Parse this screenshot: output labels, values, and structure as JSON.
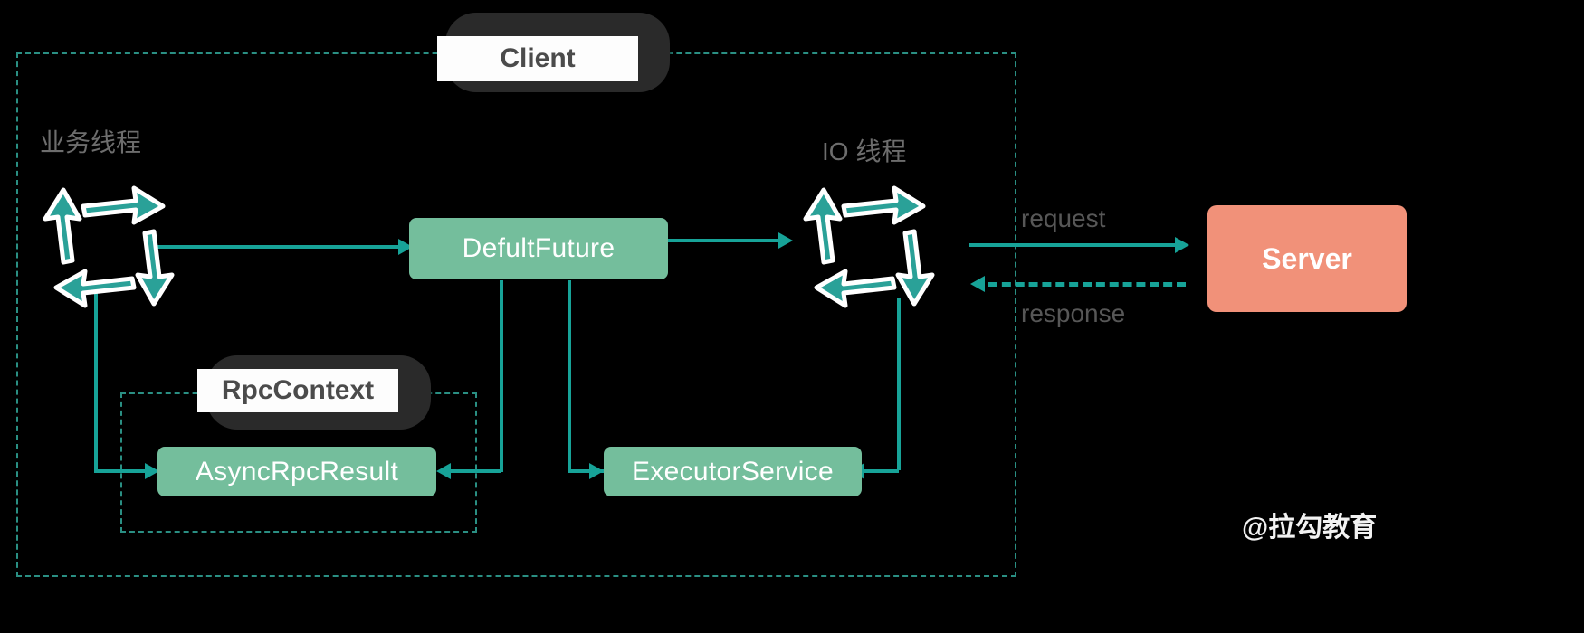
{
  "diagram": {
    "title_client": "Client",
    "background": "#000000",
    "colors": {
      "teal_line": "#17a398",
      "green_box": "#74be9c",
      "server_box": "#f19179",
      "dashed_border": "#2a8f83",
      "label_gray": "#6d6d6d",
      "pill_dark": "#2a2a2a",
      "pill_label_bg": "#fdfdfd"
    }
  },
  "pills": {
    "client": "Client",
    "rpc_context": "RpcContext"
  },
  "thread_labels": {
    "business_thread": "业务线程",
    "io_thread": "IO 线程"
  },
  "boxes": {
    "default_future": "DefultFuture",
    "async_rpc_result": "AsyncRpcResult",
    "executor_service": "ExecutorService",
    "server": "Server"
  },
  "arrow_labels": {
    "request": "request",
    "response": "response"
  },
  "watermark": "@拉勾教育",
  "icons": {
    "business_thread_cycle": "circular-arrows-icon",
    "io_thread_cycle": "circular-arrows-icon"
  }
}
